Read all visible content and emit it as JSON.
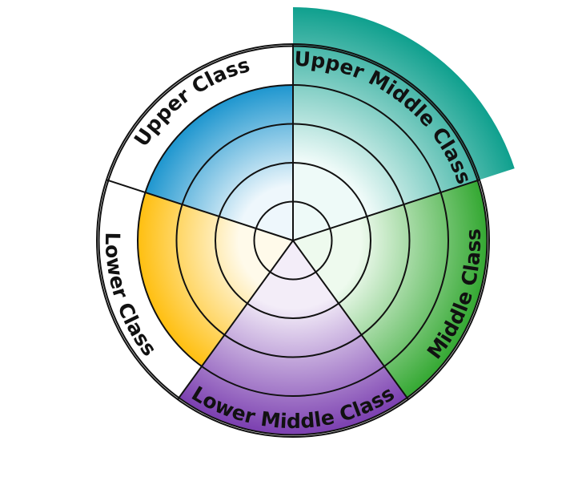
{
  "diagram": {
    "segments": [
      {
        "label": "Upper Middle Class",
        "color": "#0fa08e",
        "light": "#eefaf8",
        "level": 6
      },
      {
        "label": "Middle Class",
        "color": "#34a832",
        "light": "#eefaee",
        "level": 5
      },
      {
        "label": "Lower Middle Class",
        "color": "#7b3fb0",
        "light": "#f3edf8",
        "level": 5
      },
      {
        "label": "Lower Class",
        "color": "#ffbf10",
        "light": "#fffaea",
        "level": 4
      },
      {
        "label": "Upper Class",
        "color": "#1e96cf",
        "light": "#eef7fc",
        "level": 4
      }
    ],
    "scale_max": 6,
    "line_color": "#111111"
  }
}
